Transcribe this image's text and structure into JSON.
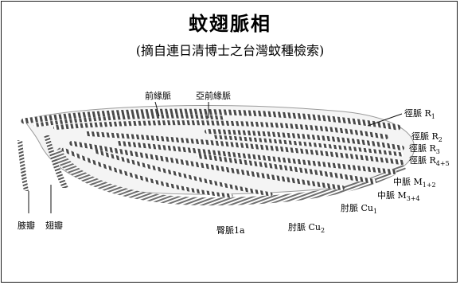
{
  "title": "蚊翅脈相",
  "subtitle": "(摘自連日清博士之台灣蚊種檢索)",
  "labels": {
    "costa": "前緣脈",
    "subcosta": "亞前緣脈",
    "r1": {
      "main": "徑脈 R",
      "sub": "1"
    },
    "r2": {
      "main": "徑脈 R",
      "sub": "2"
    },
    "r3": {
      "main": "徑脈 R",
      "sub": "3"
    },
    "r45": {
      "main": "徑脈 R",
      "sub": "4+5"
    },
    "m12": {
      "main": "中脈 M",
      "sub": "1+2"
    },
    "m34": {
      "main": "中脈 M",
      "sub": "3+4"
    },
    "cu1": {
      "main": "肘脈 Cu",
      "sub": "1"
    },
    "cu2": {
      "main": "肘脈 Cu",
      "sub": "2"
    },
    "anal": "臀脈1a",
    "squama": "腋瓣",
    "alula": "翅瓣"
  },
  "colors": {
    "ink": "#111111",
    "scale_dark": "#3a3a3a",
    "scale_light": "#8a8a8a",
    "border": "#1a1a1a"
  }
}
